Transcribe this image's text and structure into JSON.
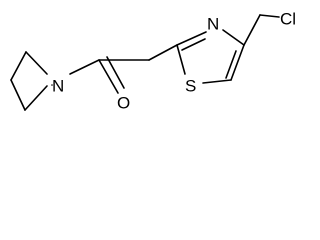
{
  "molecule": {
    "atoms": {
      "n_pyrrolidine": "N",
      "o_carbonyl": "O",
      "n_thiazole": "N",
      "s_thiazole": "S",
      "cl": "Cl"
    }
  },
  "colors": {
    "bond": "#000000",
    "label": "#000000",
    "background": "#ffffff"
  }
}
